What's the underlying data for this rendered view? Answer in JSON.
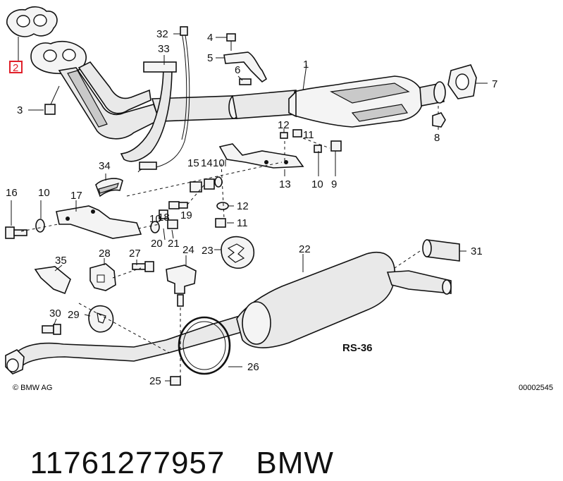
{
  "diagram": {
    "copyright": "© BMW AG",
    "drawing_id": "00002545",
    "model_code": "RS-36",
    "highlighted_callout": "2",
    "callouts": [
      {
        "id": "1",
        "text": "1"
      },
      {
        "id": "2",
        "text": "2"
      },
      {
        "id": "3",
        "text": "3"
      },
      {
        "id": "4",
        "text": "4"
      },
      {
        "id": "5",
        "text": "5"
      },
      {
        "id": "6",
        "text": "6"
      },
      {
        "id": "7",
        "text": "7"
      },
      {
        "id": "8",
        "text": "8"
      },
      {
        "id": "9",
        "text": "9"
      },
      {
        "id": "10a",
        "text": "10"
      },
      {
        "id": "10b",
        "text": "10"
      },
      {
        "id": "11a",
        "text": "11"
      },
      {
        "id": "11b",
        "text": "11"
      },
      {
        "id": "12a",
        "text": "12"
      },
      {
        "id": "12b",
        "text": "12"
      },
      {
        "id": "13",
        "text": "13"
      },
      {
        "id": "14",
        "text": "14"
      },
      {
        "id": "15",
        "text": "15"
      },
      {
        "id": "10c",
        "text": "10"
      },
      {
        "id": "16",
        "text": "16"
      },
      {
        "id": "10d",
        "text": "10"
      },
      {
        "id": "17",
        "text": "17"
      },
      {
        "id": "18",
        "text": "18"
      },
      {
        "id": "19",
        "text": "19"
      },
      {
        "id": "20",
        "text": "20"
      },
      {
        "id": "21",
        "text": "21"
      },
      {
        "id": "22",
        "text": "22"
      },
      {
        "id": "23",
        "text": "23"
      },
      {
        "id": "24",
        "text": "24"
      },
      {
        "id": "25",
        "text": "25"
      },
      {
        "id": "26",
        "text": "26"
      },
      {
        "id": "27",
        "text": "27"
      },
      {
        "id": "28",
        "text": "28"
      },
      {
        "id": "29",
        "text": "29"
      },
      {
        "id": "30",
        "text": "30"
      },
      {
        "id": "31",
        "text": "31"
      },
      {
        "id": "32",
        "text": "32"
      },
      {
        "id": "33",
        "text": "33"
      },
      {
        "id": "34",
        "text": "34"
      },
      {
        "id": "35",
        "text": "35"
      }
    ]
  },
  "caption": {
    "part_number": "11761277957",
    "brand": "BMW"
  },
  "colors": {
    "highlight": "#e0202a",
    "ink": "#111111"
  }
}
